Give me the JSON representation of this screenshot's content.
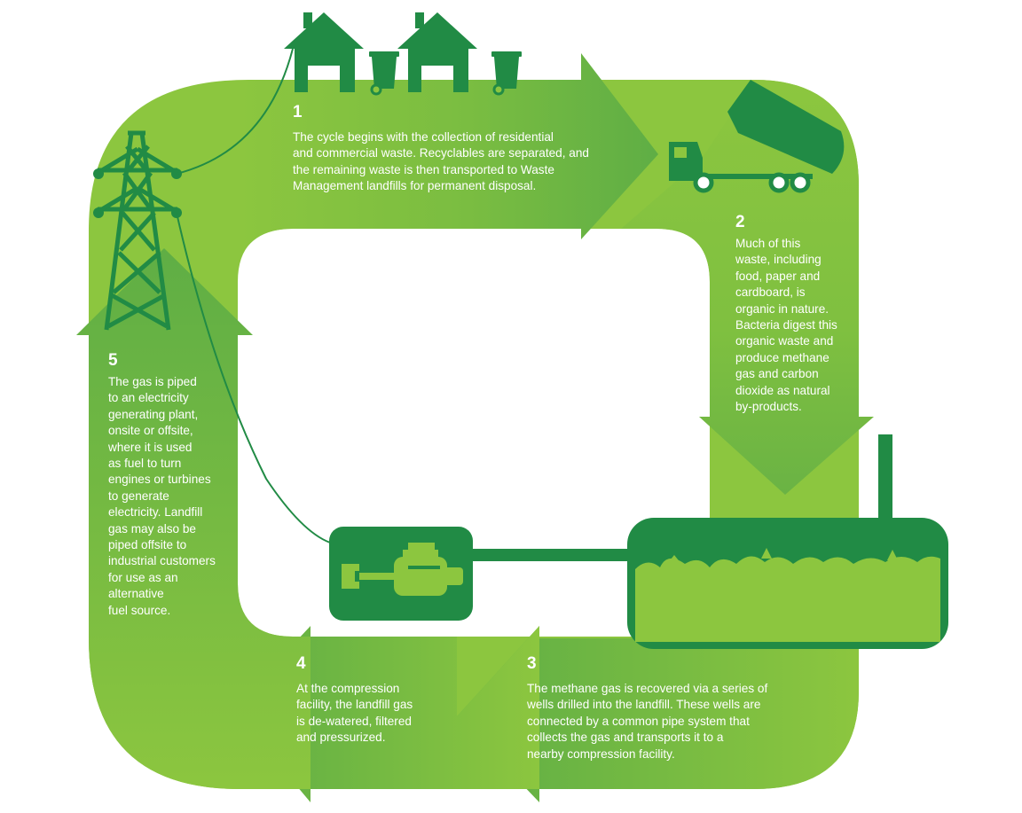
{
  "colors": {
    "light_green": "#8cc63f",
    "mid_green": "#6ab344",
    "dark_green": "#218b45",
    "white": "#ffffff"
  },
  "icons": [
    "house-icon",
    "wheelie-bin-icon",
    "garbage-truck-icon",
    "landfill-icon",
    "compression-engine-icon",
    "power-pylon-icon"
  ],
  "steps": [
    {
      "number": "1",
      "text": "The cycle begins with the collection of residential\nand commercial waste. Recyclables are separated, and\nthe remaining waste is then transported to Waste\nManagement landfills for permanent disposal."
    },
    {
      "number": "2",
      "text": "Much of this\nwaste, including\nfood, paper and\ncardboard, is\norganic in nature.\nBacteria digest this\norganic waste and\nproduce methane\ngas and carbon\ndioxide as natural\nby-products."
    },
    {
      "number": "3",
      "text": "The methane gas is recovered via a series of\nwells drilled into the landfill. These wells are\nconnected by a common pipe system that\ncollects the gas and transports it to a\nnearby compression facility."
    },
    {
      "number": "4",
      "text": "At the compression\nfacility, the landfill gas\nis de-watered, filtered\nand pressurized."
    },
    {
      "number": "5",
      "text": "The gas is piped\nto an electricity\ngenerating plant,\nonsite or offsite,\nwhere it is used\nas fuel to turn\nengines or turbines\nto generate\nelectricity. Landfill\ngas may also be\npiped offsite to\nindustrial customers\nfor use as an\nalternative\nfuel source."
    }
  ]
}
